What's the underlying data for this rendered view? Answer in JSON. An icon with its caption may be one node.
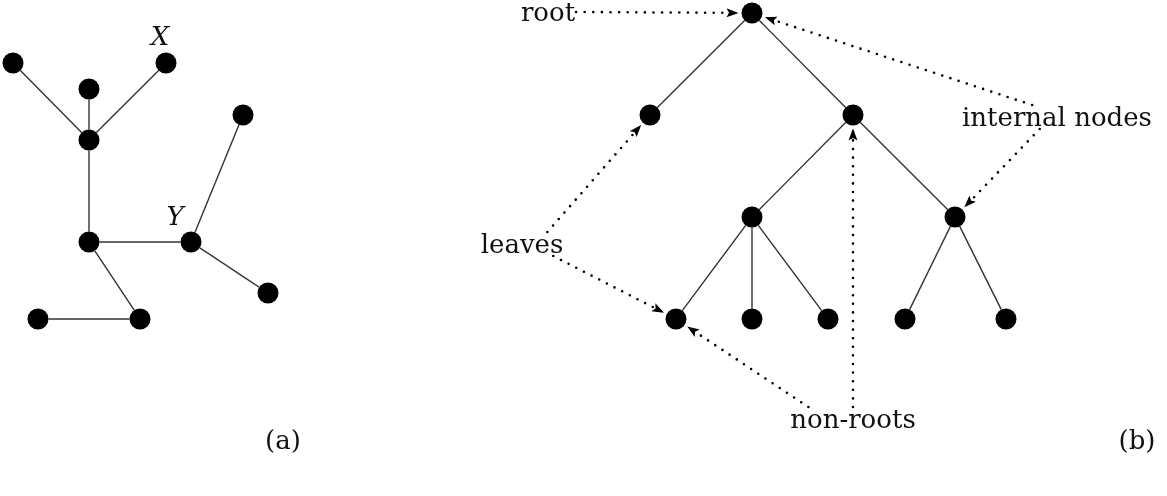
{
  "diagram": {
    "nodes": [
      {
        "text": [],
        "shape": "circle"
      },
      {
        "text": [],
        "shape": "circle",
        "beside": [
          "X"
        ]
      },
      {
        "text": [],
        "shape": "circle"
      },
      {
        "text": [],
        "shape": "circle"
      },
      {
        "text": [],
        "shape": "circle"
      },
      {
        "text": [],
        "shape": "circle"
      },
      {
        "text": [],
        "shape": "circle",
        "beside": [
          "Y"
        ]
      },
      {
        "text": [],
        "shape": "circle"
      },
      {
        "text": [],
        "shape": "circle"
      },
      {
        "text": [],
        "shape": "circle"
      },
      {
        "text": [
          "root"
        ]
      },
      {
        "text": [],
        "shape": "circle"
      },
      {
        "text": [],
        "shape": "circle"
      },
      {
        "text": [],
        "shape": "circle"
      },
      {
        "text": [
          "internal nodes"
        ]
      },
      {
        "text": [],
        "shape": "circle"
      },
      {
        "text": [],
        "shape": "circle"
      },
      {
        "text": [
          "leaves"
        ]
      },
      {
        "text": [],
        "shape": "circle"
      },
      {
        "text": [],
        "shape": "circle"
      },
      {
        "text": [],
        "shape": "circle"
      },
      {
        "text": [],
        "shape": "circle"
      },
      {
        "text": [],
        "shape": "circle"
      },
      {
        "text": [
          "non-roots"
        ]
      }
    ],
    "edges": [
      {
        "from": 0,
        "to": 3,
        "arrow": "none"
      },
      {
        "from": 2,
        "to": 3,
        "arrow": "none"
      },
      {
        "from": 1,
        "to": 3,
        "arrow": "none"
      },
      {
        "from": 3,
        "to": 5,
        "arrow": "none"
      },
      {
        "from": 5,
        "to": 6,
        "arrow": "none"
      },
      {
        "from": 6,
        "to": 4,
        "arrow": "none"
      },
      {
        "from": 6,
        "to": 7,
        "arrow": "none"
      },
      {
        "from": 5,
        "to": 9,
        "arrow": "none"
      },
      {
        "from": 8,
        "to": 9,
        "arrow": "none"
      },
      {
        "from": 11,
        "to": 12,
        "arrow": "none"
      },
      {
        "from": 11,
        "to": 13,
        "arrow": "none"
      },
      {
        "from": 13,
        "to": 15,
        "arrow": "none"
      },
      {
        "from": 13,
        "to": 16,
        "arrow": "none"
      },
      {
        "from": 15,
        "to": 18,
        "arrow": "none"
      },
      {
        "from": 15,
        "to": 19,
        "arrow": "none"
      },
      {
        "from": 15,
        "to": 20,
        "arrow": "none"
      },
      {
        "from": 16,
        "to": 21,
        "arrow": "none"
      },
      {
        "from": 16,
        "to": 22,
        "arrow": "none"
      },
      {
        "from": 10,
        "to": 11,
        "arrow": "to",
        "style": "dashed"
      },
      {
        "from": 14,
        "to": 11,
        "arrow": "to",
        "style": "dashed"
      },
      {
        "from": 14,
        "to": 16,
        "arrow": "to",
        "style": "dashed"
      },
      {
        "from": 17,
        "to": 12,
        "arrow": "to",
        "style": "dashed"
      },
      {
        "from": 17,
        "to": 18,
        "arrow": "to",
        "style": "dashed"
      },
      {
        "from": 23,
        "to": 13,
        "arrow": "to",
        "style": "dashed"
      },
      {
        "from": 23,
        "to": 18,
        "arrow": "to",
        "style": "dashed"
      }
    ],
    "labels": [
      "(a)",
      "(b)"
    ]
  }
}
